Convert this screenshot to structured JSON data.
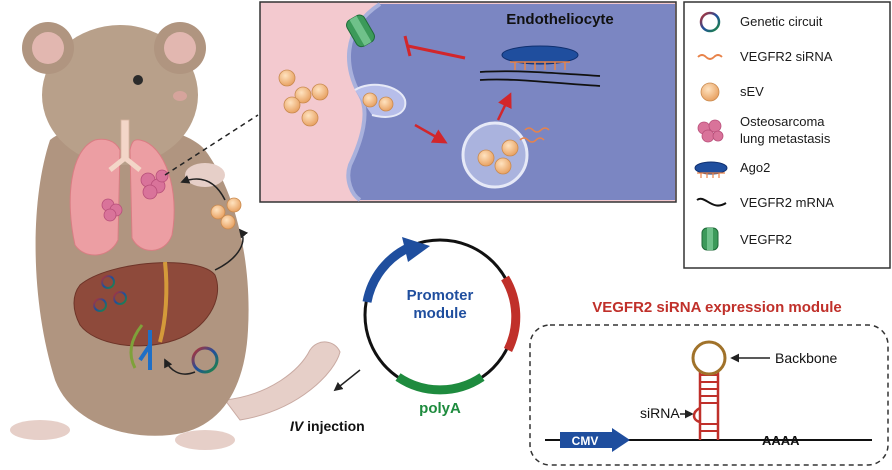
{
  "cell": {
    "title": "Endotheliocyte"
  },
  "legend": {
    "items": [
      {
        "icon": "genetic-circuit-icon",
        "label": "Genetic circuit"
      },
      {
        "icon": "sirna-icon",
        "label": "VEGFR2 siRNA"
      },
      {
        "icon": "sev-icon",
        "label": "sEV"
      },
      {
        "icon": "metastasis-icon",
        "label": "Osteosarcoma",
        "label2": "lung metastasis"
      },
      {
        "icon": "ago2-icon",
        "label": "Ago2"
      },
      {
        "icon": "mrna-icon",
        "label": "VEGFR2 mRNA"
      },
      {
        "icon": "vegfr2-icon",
        "label": "VEGFR2"
      }
    ]
  },
  "plasmid": {
    "promoter_line1": "Promoter",
    "promoter_line2": "module",
    "polya": "polyA"
  },
  "injection": {
    "prefix": "IV",
    "rest": " injection"
  },
  "expression_module": {
    "title": "VEGFR2 siRNA expression module",
    "cmv": "CMV",
    "backbone": "Backbone",
    "sirna": "siRNA",
    "polya_tail": "AAAA"
  },
  "colors": {
    "promoter": "#1f4e9e",
    "polya": "#1e8b3e",
    "module": "#c0302a",
    "cell_fill": "#7b86c2",
    "extracellular": "#f3c9cf"
  }
}
